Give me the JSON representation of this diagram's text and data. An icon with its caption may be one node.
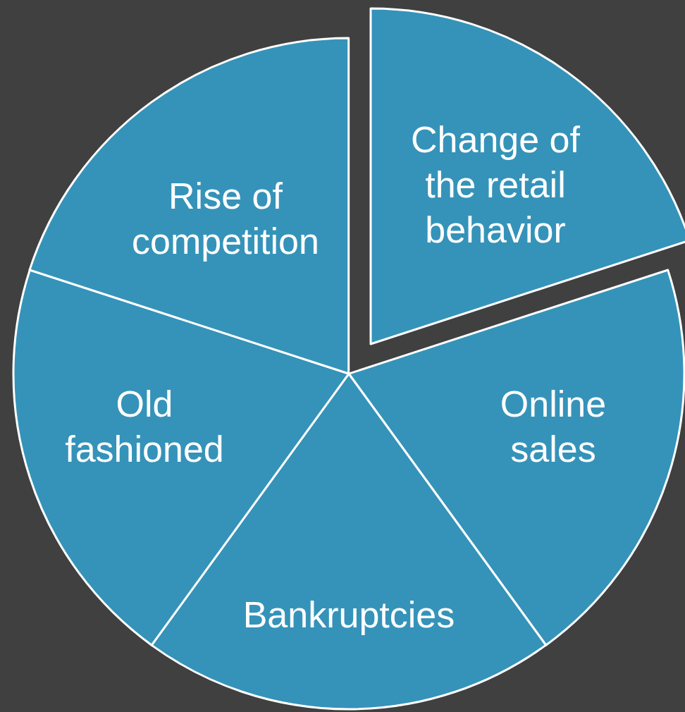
{
  "diagram": {
    "nodes": [
      {
        "text": [
          "Change of the retail behavior"
        ]
      },
      {
        "text": [
          "Online sales"
        ]
      },
      {
        "text": [
          "Bankruptcies"
        ]
      },
      {
        "text": [
          "Old fashioned"
        ]
      },
      {
        "text": [
          "Rise of competition"
        ]
      }
    ]
  }
}
